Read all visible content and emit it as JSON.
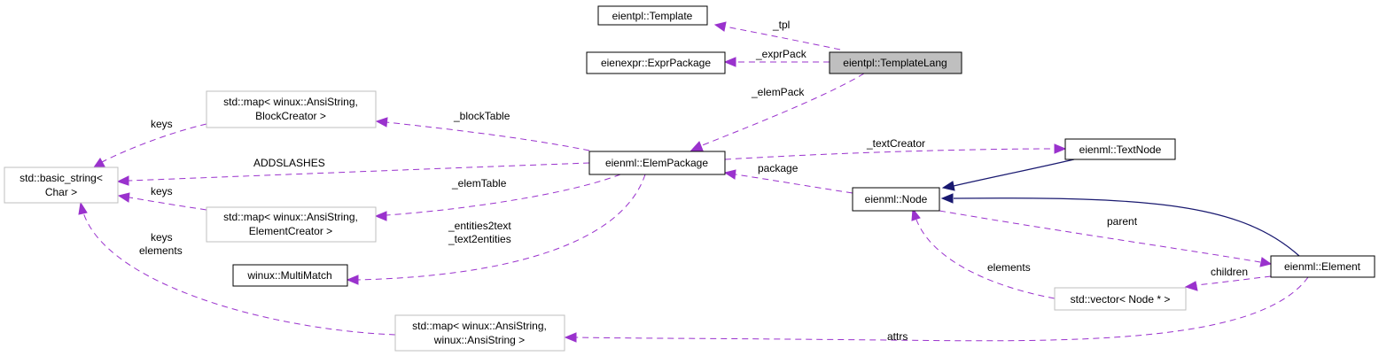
{
  "nodes": {
    "template": "eientpl::Template",
    "exprpackage": "eienexpr::ExprPackage",
    "templatelang": "eientpl::TemplateLang",
    "map_block_1": "std::map< winux::AnsiString,",
    "map_block_2": "BlockCreator >",
    "basic_string_1": "std::basic_string<",
    "basic_string_2": "Char >",
    "elempackage": "eienml::ElemPackage",
    "textnode": "eienml::TextNode",
    "node": "eienml::Node",
    "map_elem_1": "std::map< winux::AnsiString,",
    "map_elem_2": "ElementCreator >",
    "multimatch": "winux::MultiMatch",
    "element": "eienml::Element",
    "vector_node": "std::vector< Node * >",
    "map_ansi_1": "std::map< winux::AnsiString,",
    "map_ansi_2": "winux::AnsiString >"
  },
  "edges": {
    "tpl": "_tpl",
    "exprpack": "_exprPack",
    "elempack": "_elemPack",
    "blocktable": "_blockTable",
    "keys_block": "keys",
    "addslashes": "ADDSLASHES",
    "textcreator": "_textCreator",
    "package": "package",
    "elemtable": "_elemTable",
    "keys_elem": "keys",
    "entities2text": "_entities2text",
    "text2entities": "_text2entities",
    "keys_ansi": "keys",
    "elements_ansi": "elements",
    "parent": "parent",
    "elements_vec": "elements",
    "children": "children",
    "attrs": "attrs"
  },
  "colors": {
    "usage_edge": "#9a32cd",
    "inherit_edge": "#191970",
    "current_node_fill": "#bfbfbf",
    "external_node_border": "#bfbfbf"
  }
}
